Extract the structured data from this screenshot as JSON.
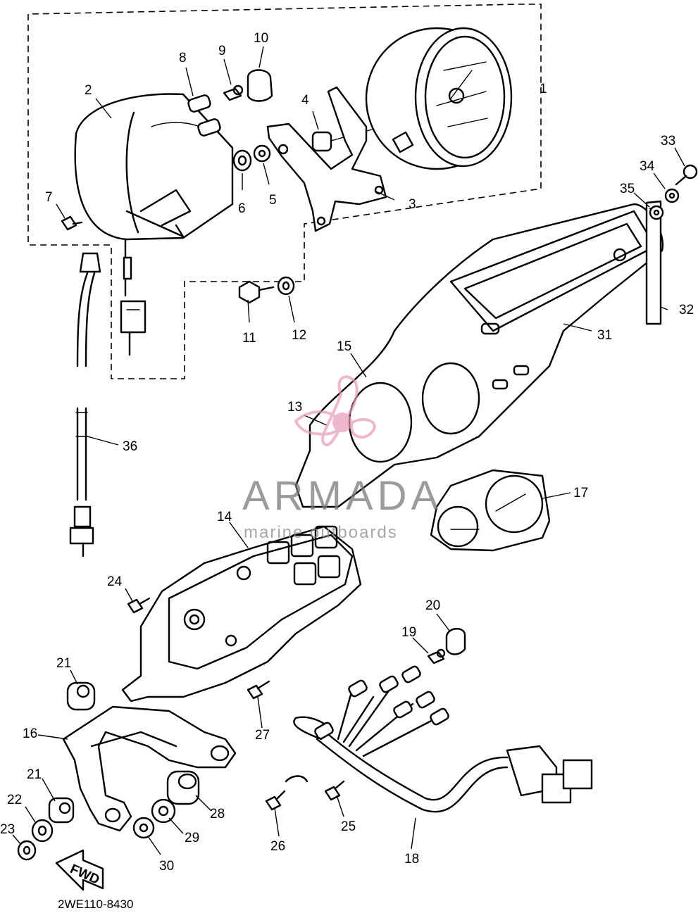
{
  "callouts": [
    {
      "id": "1",
      "text": "1"
    },
    {
      "id": "2",
      "text": "2"
    },
    {
      "id": "3",
      "text": "3"
    },
    {
      "id": "4",
      "text": "4"
    },
    {
      "id": "5",
      "text": "5"
    },
    {
      "id": "6",
      "text": "6"
    },
    {
      "id": "7",
      "text": "7"
    },
    {
      "id": "8",
      "text": "8"
    },
    {
      "id": "9",
      "text": "9"
    },
    {
      "id": "10",
      "text": "10"
    },
    {
      "id": "11",
      "text": "11"
    },
    {
      "id": "12",
      "text": "12"
    },
    {
      "id": "13",
      "text": "13"
    },
    {
      "id": "14",
      "text": "14"
    },
    {
      "id": "15",
      "text": "15"
    },
    {
      "id": "16",
      "text": "16"
    },
    {
      "id": "17",
      "text": "17"
    },
    {
      "id": "18",
      "text": "18"
    },
    {
      "id": "19",
      "text": "19"
    },
    {
      "id": "20",
      "text": "20"
    },
    {
      "id": "21a",
      "text": "21"
    },
    {
      "id": "21b",
      "text": "21"
    },
    {
      "id": "22",
      "text": "22"
    },
    {
      "id": "23",
      "text": "23"
    },
    {
      "id": "24",
      "text": "24"
    },
    {
      "id": "25",
      "text": "25"
    },
    {
      "id": "26",
      "text": "26"
    },
    {
      "id": "27",
      "text": "27"
    },
    {
      "id": "28",
      "text": "28"
    },
    {
      "id": "29",
      "text": "29"
    },
    {
      "id": "30",
      "text": "30"
    },
    {
      "id": "31",
      "text": "31"
    },
    {
      "id": "32",
      "text": "32"
    },
    {
      "id": "33",
      "text": "33"
    },
    {
      "id": "34",
      "text": "34"
    },
    {
      "id": "35",
      "text": "35"
    },
    {
      "id": "36",
      "text": "36"
    }
  ],
  "direction_arrow": "FWD",
  "diagram_code": "2WE110-8430",
  "watermark": {
    "title": "ARMADA",
    "subtitle": "marine outboards",
    "colors": {
      "logo": "#e89ab8",
      "text": "#7a7a7a"
    }
  }
}
